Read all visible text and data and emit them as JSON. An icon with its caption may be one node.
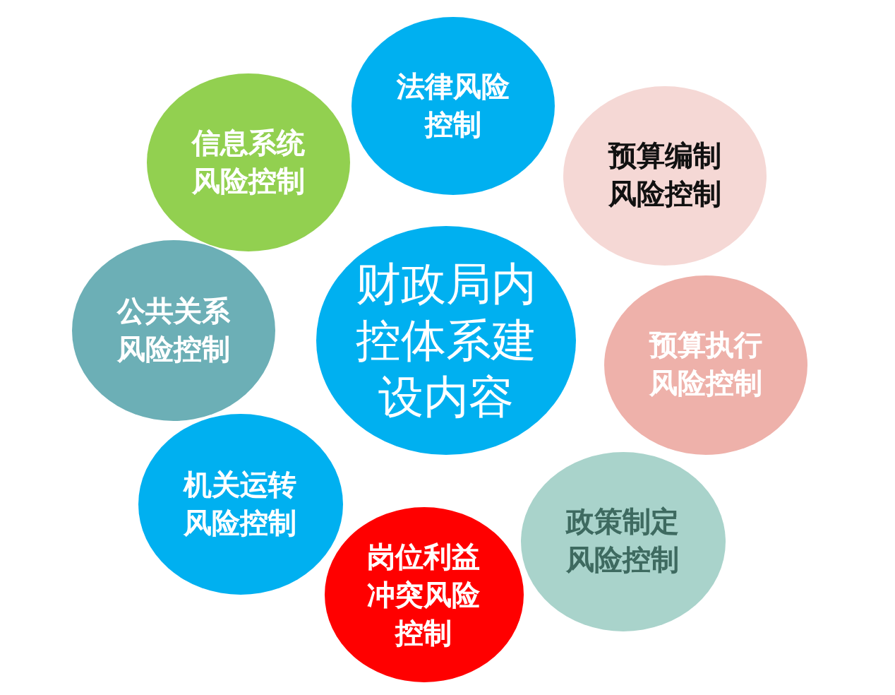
{
  "diagram": {
    "nodes": [
      {
        "text": [
          "财政局内控体系建设内容"
        ]
      },
      {
        "text": [
          "法律风险控制"
        ]
      },
      {
        "text": [
          "预算编制风险控制"
        ]
      },
      {
        "text": [
          "预算执行风险控制"
        ]
      },
      {
        "text": [
          "政策制定风险控制"
        ]
      },
      {
        "text": [
          "岗位利益冲突风险控制"
        ]
      },
      {
        "text": [
          "机关运转风险控制"
        ]
      },
      {
        "text": [
          "公共关系风险控制"
        ]
      },
      {
        "text": [
          "信息系统风险控制"
        ]
      }
    ]
  }
}
